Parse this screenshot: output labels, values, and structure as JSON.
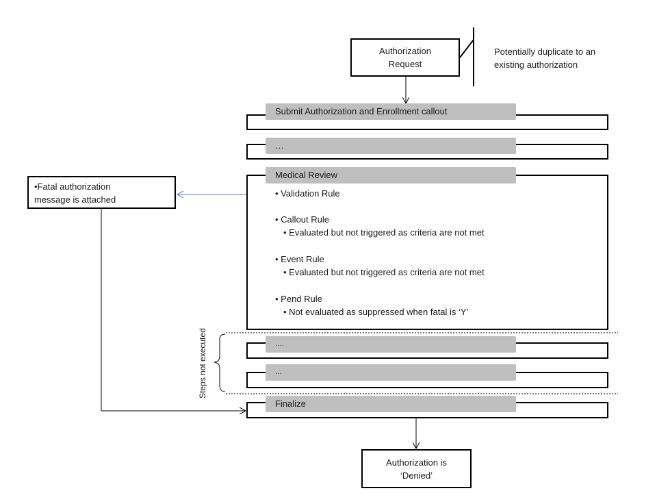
{
  "auth_request": {
    "line1": "Authorization",
    "line2": "Request"
  },
  "annotation": {
    "line1": "Potentially duplicate to an",
    "line2": "existing authorization"
  },
  "steps": {
    "submit": "Submit Authorization and Enrollment callout",
    "ellipsis1": "…",
    "medical_review": "Medical Review",
    "ellipsis2": "….",
    "ellipsis3": "…",
    "finalize": "Finalize"
  },
  "rules": {
    "validation": "Validation Rule",
    "callout": "Callout Rule",
    "callout_sub": "Evaluated but not triggered as criteria are not met",
    "event": "Event Rule",
    "event_sub": "Evaluated but not triggered as criteria are not met",
    "pend": "Pend Rule",
    "pend_sub": "Not evaluated as suppressed when fatal is ‘Y’"
  },
  "fatal": {
    "line1": "•Fatal authorization",
    "line2": "message is attached"
  },
  "skipped_label": "Steps not executed",
  "result": {
    "line1": "Authorization is",
    "line2": "‘Denied’"
  },
  "colors": {
    "bar": "#bfbfbf",
    "link_arrow": "#4f81bd"
  }
}
